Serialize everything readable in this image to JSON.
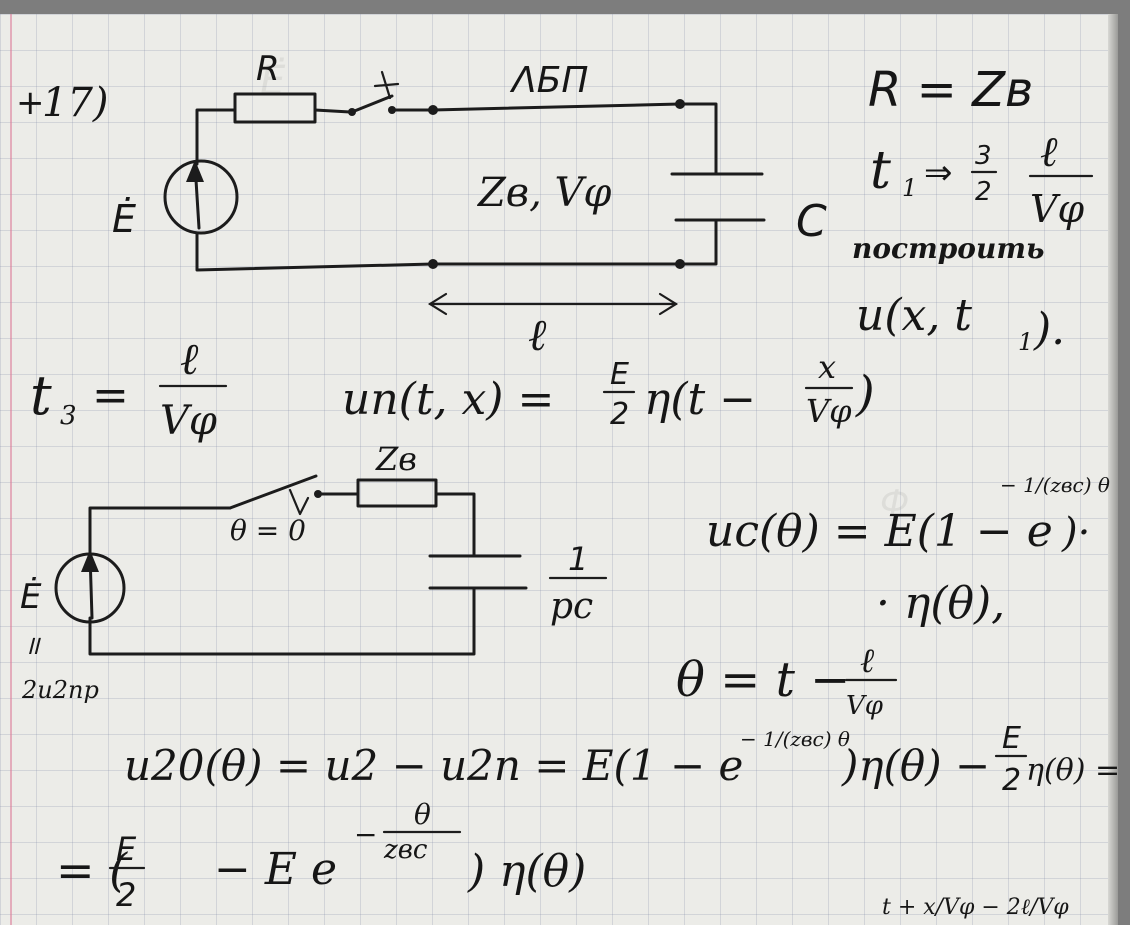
{
  "problem": {
    "mark": "+",
    "number": "17)"
  },
  "circuit1": {
    "resistor_label": "R",
    "line_label": "ΛБП",
    "line_params": "Zв, Vφ",
    "source_label": "Ė",
    "capacitor_label": "C",
    "length_label": "ℓ"
  },
  "given": {
    "r_eq": "R = Zв",
    "t1_left": "t",
    "t1_sub": "1",
    "t1_arrow": "⇒",
    "t1_num": "3",
    "t1_den": "2",
    "t1_frac_num": "ℓ",
    "t1_frac_den": "Vφ",
    "task_word": "построить",
    "task_func": "u(x, t",
    "task_sub": "1",
    "task_end": ")."
  },
  "equations": {
    "t3_left": "t",
    "t3_sub": "3",
    "t3_eq": "=",
    "t3_num": "ℓ",
    "t3_den": "Vφ",
    "un_left": "uп(t, x) =",
    "un_num": "E",
    "un_den": "2",
    "un_right": "η(t −",
    "un_frac_num": "x",
    "un_frac_den": "Vφ",
    "un_close": ")",
    "uc_main": "uc(θ) = E(1 − e",
    "uc_exp": "− 1/(zвc) θ",
    "uc_close": ")·",
    "uc_line2": "· η(θ),",
    "theta_left": "θ = t −",
    "theta_num": "ℓ",
    "theta_den": "Vφ",
    "u20_main": "u20(θ) = u2 − u2п = E(1 − e",
    "u20_exp": "− 1/(zвc) θ",
    "u20_mid": ")η(θ) −",
    "u20_num": "E",
    "u20_den": "2",
    "u20_end": "η(θ) =",
    "final_left": "= (",
    "final_num": "E",
    "final_den": "2",
    "final_mid": "− E e",
    "final_exp_num": "θ",
    "final_exp_den": "zвc",
    "final_exp_sign": "−",
    "final_end": ") η(θ)",
    "bottom_cut": "t + x/Vφ − 2ℓ/Vφ"
  },
  "circuit2": {
    "resistor_label": "Zв",
    "switch_label": "θ = 0",
    "source_label": "Ė",
    "eq_sign": "॥",
    "source_value": "2u2пр",
    "cap_num": "1",
    "cap_den": "pc"
  }
}
